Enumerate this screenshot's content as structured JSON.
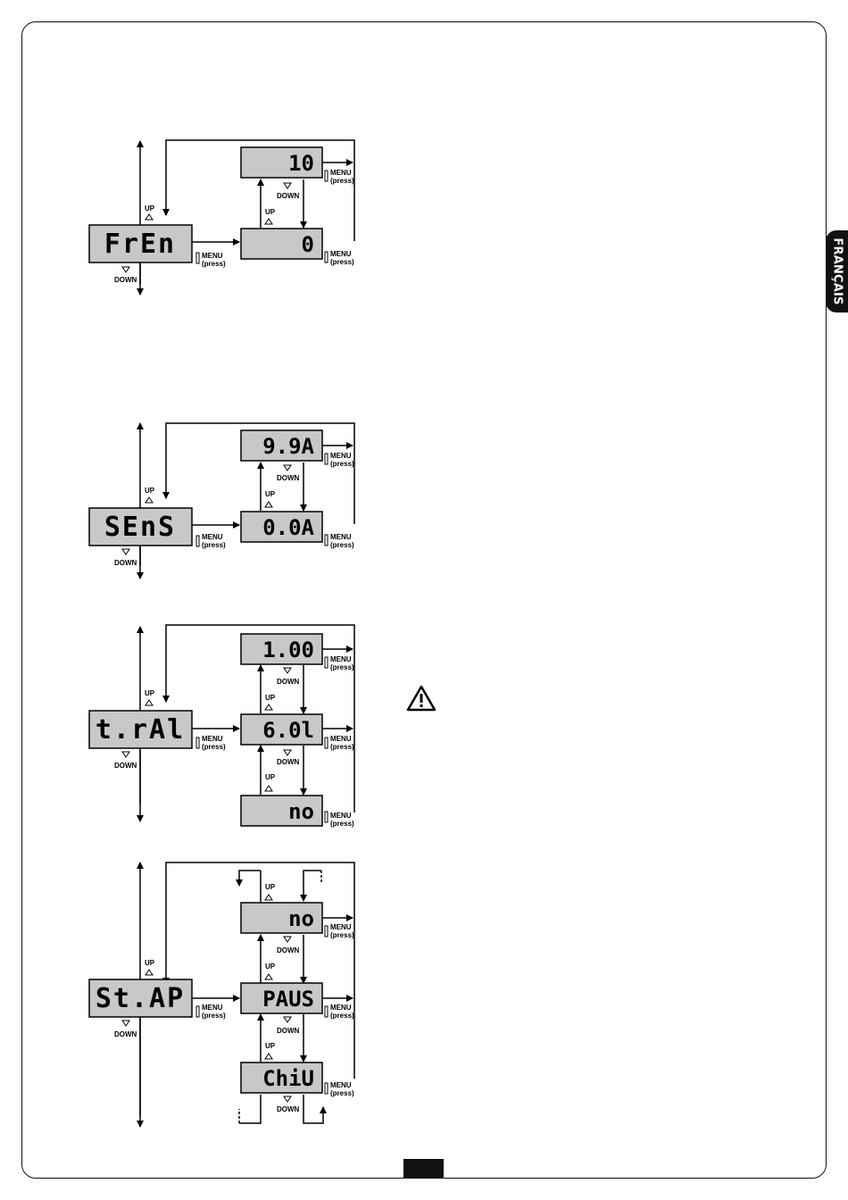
{
  "side_tab": {
    "label": "FRANÇAIS"
  },
  "labels": {
    "up": "UP",
    "down": "DOWN",
    "menu": "MENU",
    "press": "(press)"
  },
  "colors": {
    "lcd_bg": "#c8c8c8",
    "digit_on": "#000000",
    "digit_ghost": "#ffffff"
  },
  "menus": [
    {
      "name": "FrEn",
      "main_display": "FrEn",
      "values": [
        "10",
        "0"
      ]
    },
    {
      "name": "SEnS",
      "main_display": "SEnS",
      "values": [
        "9.9A",
        "0.0A"
      ]
    },
    {
      "name": "t.rAl",
      "main_display": "t.rAl",
      "values": [
        "1.00",
        "6.0l",
        "no"
      ]
    },
    {
      "name": "St.AP",
      "main_display": "St.AP",
      "values": [
        "no",
        "PAUS",
        "ChiU"
      ]
    }
  ]
}
